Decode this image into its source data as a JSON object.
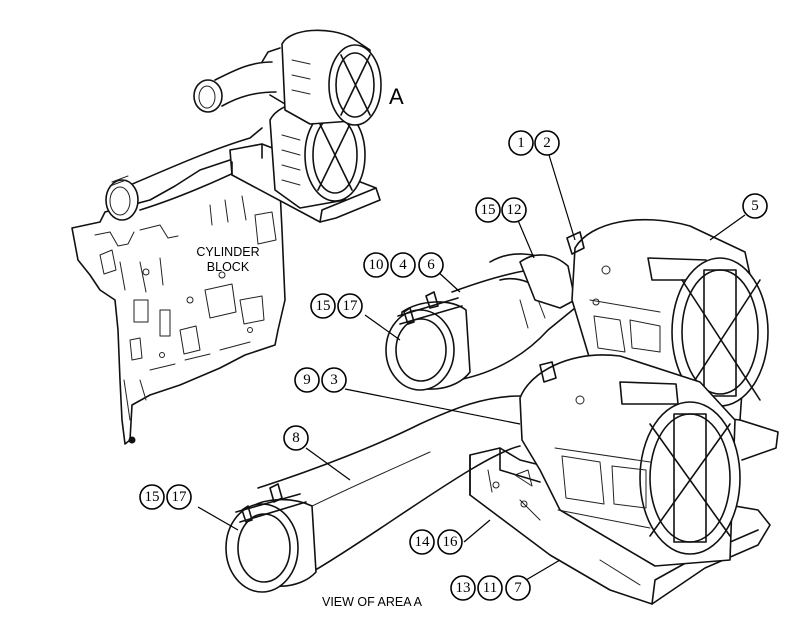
{
  "labels": {
    "area_marker": "A",
    "cylinder_block_line1": "CYLINDER",
    "cylinder_block_line2": "BLOCK",
    "caption": "VIEW OF AREA A"
  },
  "callouts": [
    {
      "id": "c1",
      "text": "1"
    },
    {
      "id": "c2",
      "text": "2"
    },
    {
      "id": "c5",
      "text": "5"
    },
    {
      "id": "c15a",
      "text": "15"
    },
    {
      "id": "c12",
      "text": "12"
    },
    {
      "id": "c10",
      "text": "10"
    },
    {
      "id": "c4",
      "text": "4"
    },
    {
      "id": "c6",
      "text": "6"
    },
    {
      "id": "c15b",
      "text": "15"
    },
    {
      "id": "c17b",
      "text": "17"
    },
    {
      "id": "c9",
      "text": "9"
    },
    {
      "id": "c3",
      "text": "3"
    },
    {
      "id": "c8",
      "text": "8"
    },
    {
      "id": "c15c",
      "text": "15"
    },
    {
      "id": "c17c",
      "text": "17"
    },
    {
      "id": "c14",
      "text": "14"
    },
    {
      "id": "c16",
      "text": "16"
    },
    {
      "id": "c13",
      "text": "13"
    },
    {
      "id": "c11",
      "text": "11"
    },
    {
      "id": "c7",
      "text": "7"
    }
  ]
}
